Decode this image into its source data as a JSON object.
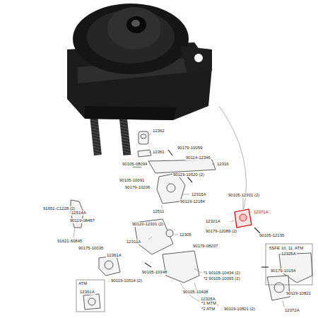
{
  "diagram": {
    "labels": [
      "12362",
      "90179-10059",
      "12361",
      "90105-08094",
      "90114-12346",
      "12316",
      "90119-10520 (2)",
      "90105-10091",
      "90179-10206",
      "12315A",
      "90119-12184",
      "12511",
      "91651-C1228 (2)",
      "12514A",
      "90119-08457",
      "91621-60845",
      "90105-12301 (2)",
      "12371A",
      "12321A",
      "90179-12089 (2)",
      "90105-12135",
      "90120-12301 (2)",
      "12305",
      "12311A",
      "90179-08207",
      "90175-10035",
      "12361A",
      "5SFE 10, 11, ATM",
      "12325A",
      "90179-10154",
      "*1 90105-10434 (2)",
      "*2 90105-10093 (2)",
      "90105-10348",
      "90119-10514 (2)",
      "90105-10408",
      "12325A",
      "90119-10821",
      "12372A",
      "90119-10821 (2)",
      "ATM",
      "12361A",
      "*1 MTM",
      "*2 ATM"
    ]
  }
}
